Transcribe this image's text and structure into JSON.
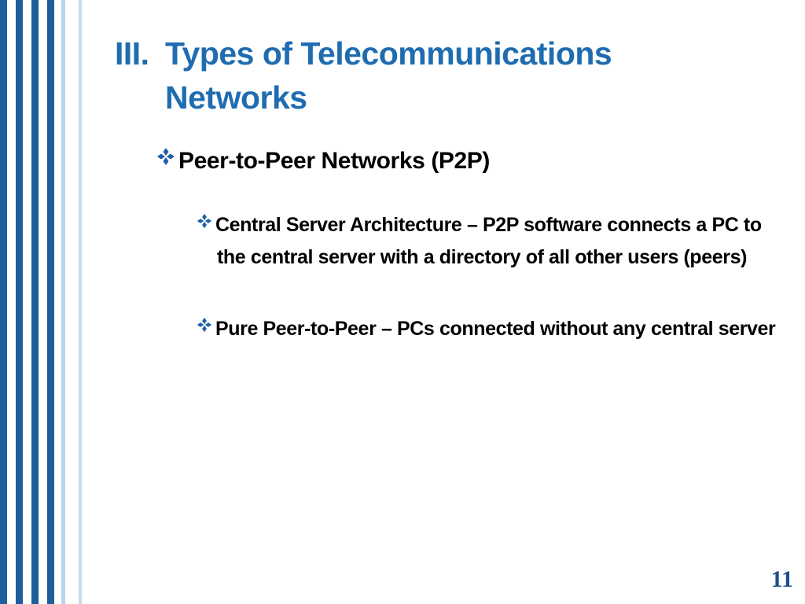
{
  "slide": {
    "title_number": "III.",
    "title_line1": "Types of Telecommunications",
    "title_line2": "Networks",
    "bullet": "Peer-to-Peer Networks (P2P)",
    "sub_bullets": [
      "Central Server Architecture – P2P software connects a PC to the central server with a directory of all other users (peers)",
      "Pure Peer-to-Peer – PCs connected without any central server"
    ],
    "page_number": "11"
  },
  "colors": {
    "title": "#1f6cb0",
    "page_number": "#1f4e8c",
    "bullet_icon": "#1f5fa8",
    "stripe_dark": "#1f5d9c",
    "stripe_light": "#b9d3ea"
  },
  "icons": {
    "bullet": "four-diamond-icon"
  }
}
